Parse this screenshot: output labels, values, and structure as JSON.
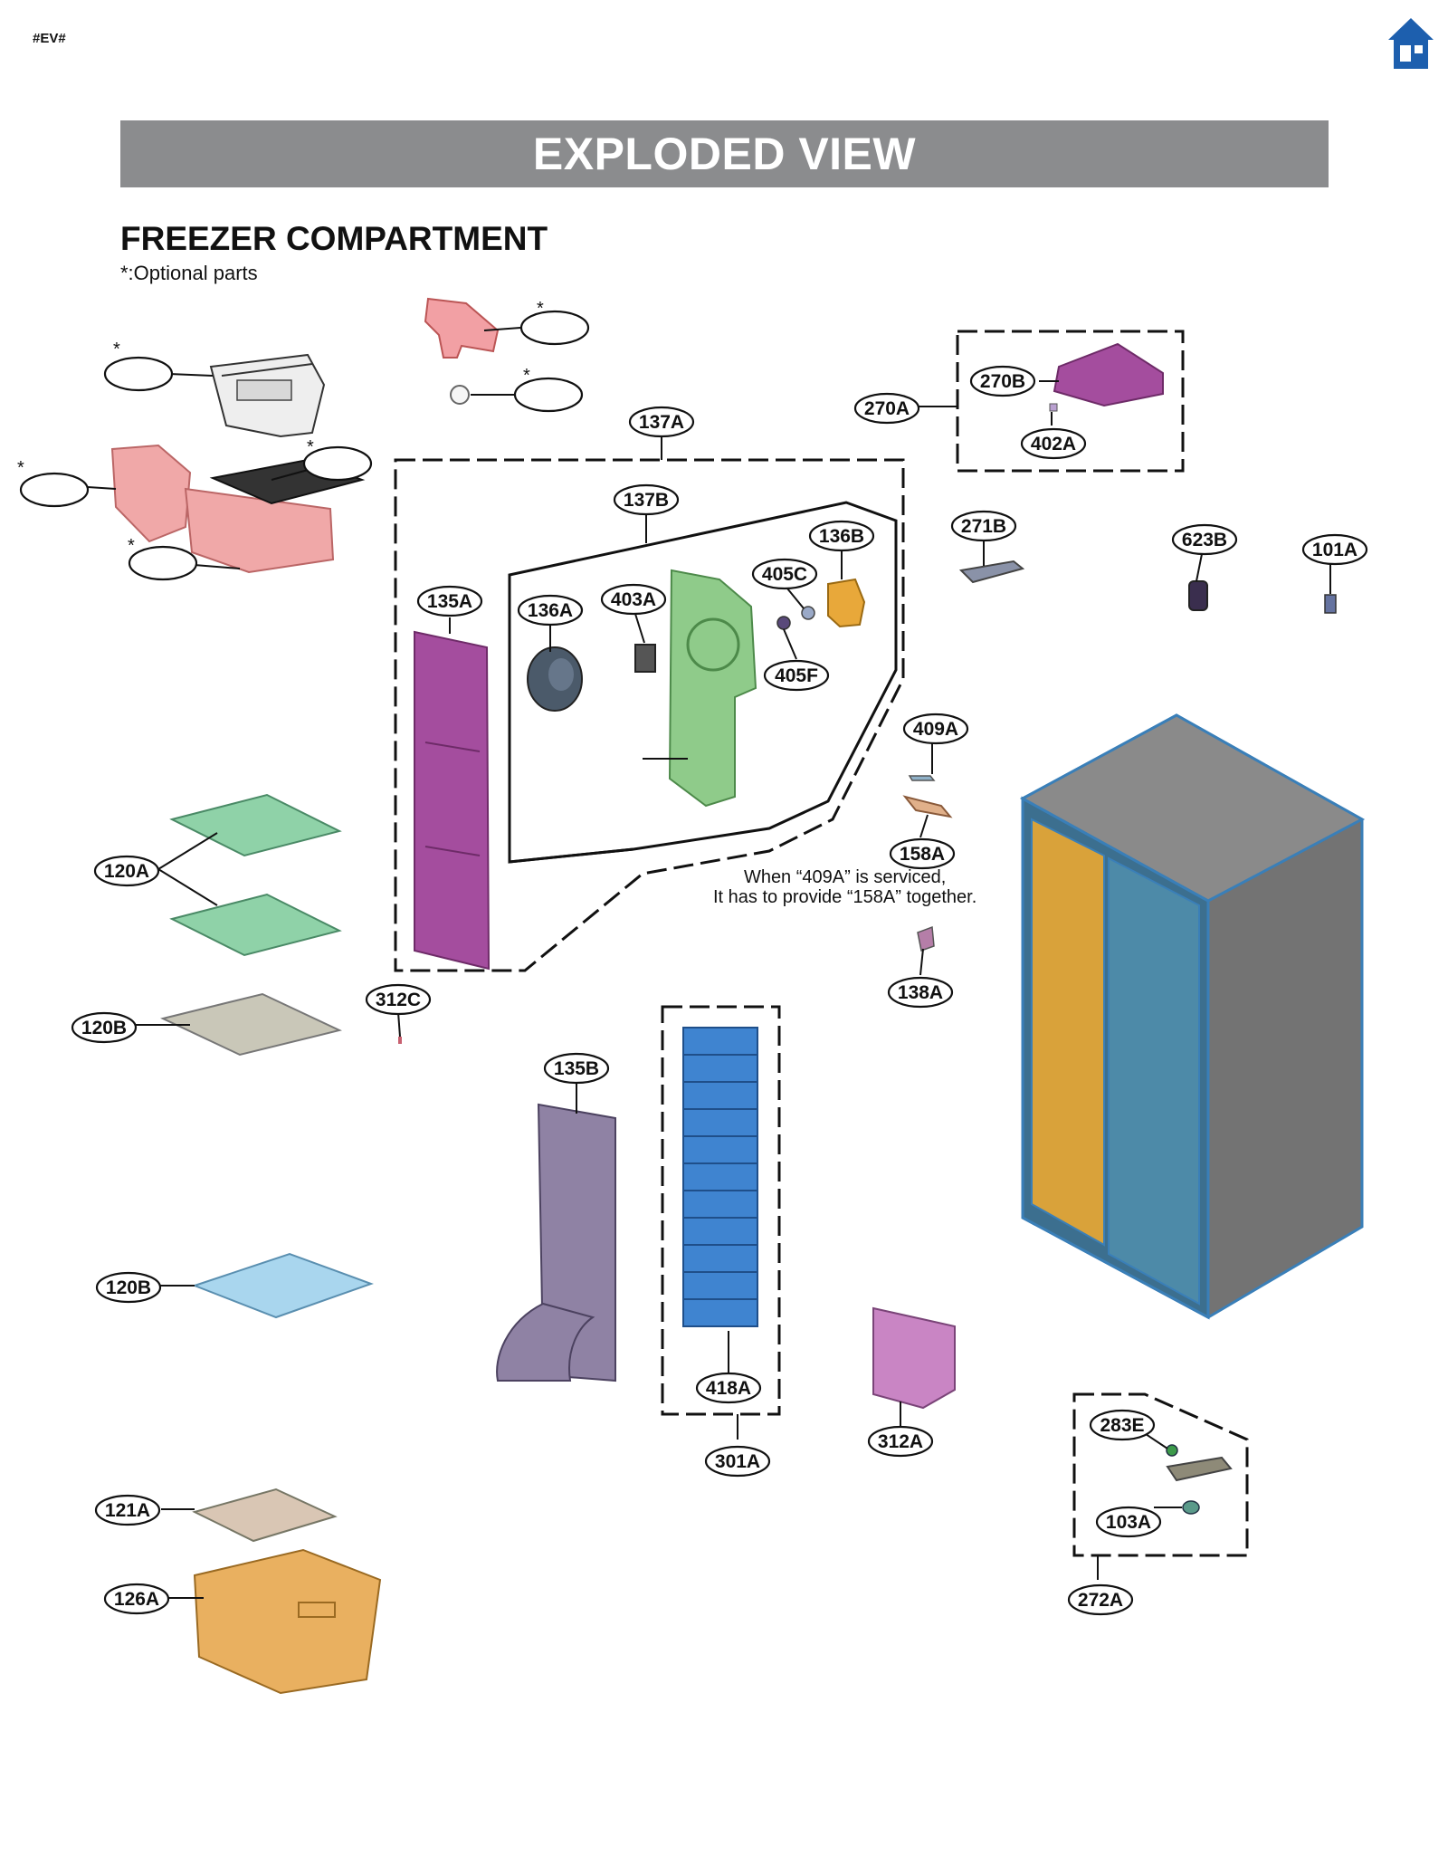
{
  "document": {
    "tag": "#EV#",
    "banner_title": "EXPLODED VIEW",
    "section_title": "FREEZER COMPARTMENT",
    "optional_note": "*:Optional parts",
    "service_note_line1": "When “409A” is serviced,",
    "service_note_line2": "It has to provide “158A” together.",
    "home_icon": "home-icon"
  },
  "callouts": {
    "c137A": "137A",
    "c137B": "137B",
    "c136A": "136A",
    "c136B": "136B",
    "c403A": "403A",
    "c405C": "405C",
    "c405F": "405F",
    "c135A": "135A",
    "c270A": "270A",
    "c270B": "270B",
    "c402A": "402A",
    "c271B": "271B",
    "c623B": "623B",
    "c101A": "101A",
    "c409A": "409A",
    "c158A": "158A",
    "c138A": "138A",
    "c120A": "120A",
    "c120B_1": "120B",
    "c312C": "312C",
    "c135B": "135B",
    "c120B_2": "120B",
    "c418A": "418A",
    "c301A": "301A",
    "c312A": "312A",
    "c283E": "283E",
    "c103A": "103A",
    "c272A": "272A",
    "c121A": "121A",
    "c126A": "126A"
  },
  "optional_marker": "*",
  "colors": {
    "banner": "#8b8c8e",
    "ice_bin_pink": "#f0a8a8",
    "dispenser_pink": "#f2a0a4",
    "purple_panel": "#a44d9e",
    "green_duct": "#8fcb8a",
    "fan_gray": "#4b5a6a",
    "orange_part": "#e8a83a",
    "shelf_green": "#8fd2a8",
    "shelf_gray": "#c9c7b8",
    "shelf_blue": "#a9d6ee",
    "gray_purple_cover": "#8f82a4",
    "evaporator_blue": "#3f84d0",
    "drawer_orange": "#e9b060",
    "cabinet_gray": "#737373",
    "cabinet_liner": "#3a7fb8",
    "home_blue": "#1d5fae"
  }
}
